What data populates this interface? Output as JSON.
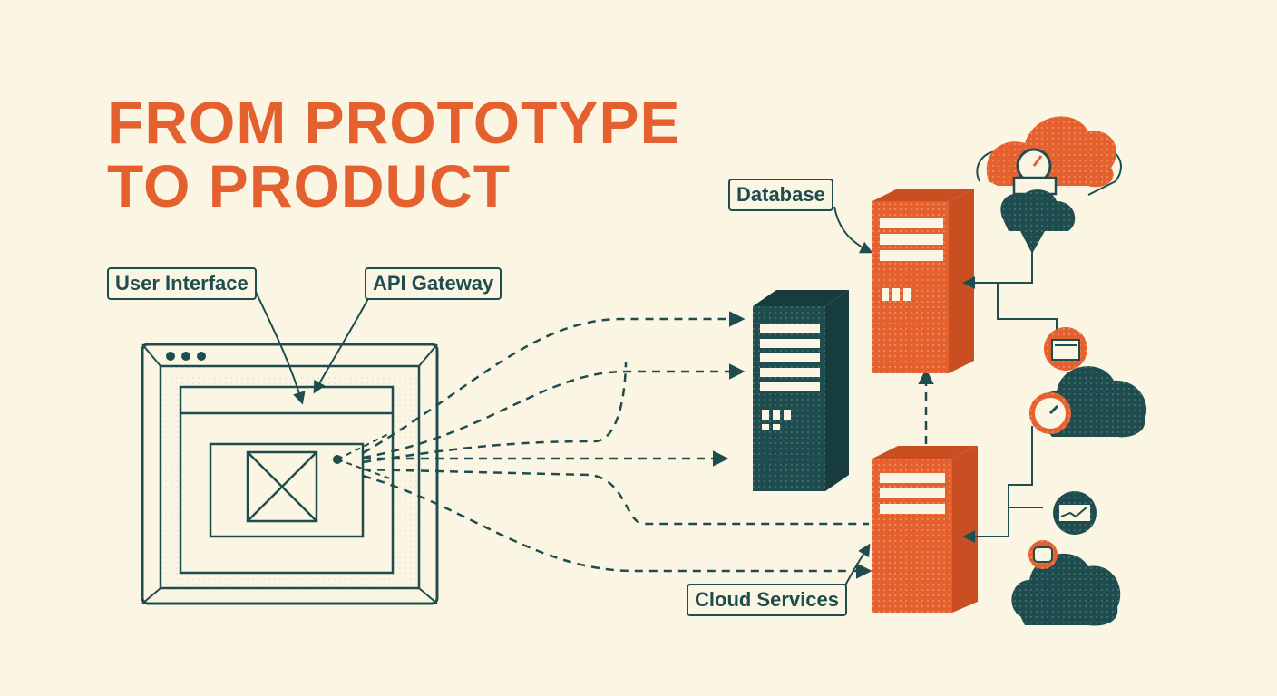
{
  "title": {
    "line1": "FROM PROTOTYPE",
    "line2": "TO PRODUCT"
  },
  "labels": {
    "user_interface": "User Interface",
    "api_gateway": "API Gateway",
    "database": "Database",
    "cloud_services": "Cloud Services"
  },
  "colors": {
    "background": "#fbf6e3",
    "accent": "#e4612f",
    "ink": "#1f4d4f"
  },
  "icons": [
    "browser-window-icon",
    "server-rack-icon",
    "cloud-icon",
    "gauge-icon",
    "chart-icon",
    "database-icon"
  ]
}
